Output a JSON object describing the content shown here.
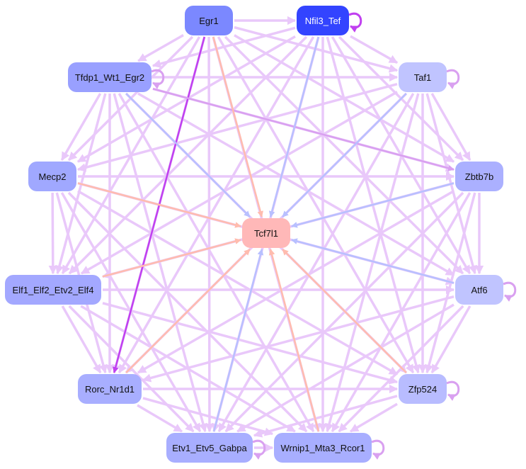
{
  "nodes": [
    {
      "id": "egr1",
      "label": "Egr1",
      "color": "#7b88ff",
      "text": "#111111"
    },
    {
      "id": "nfil3",
      "label": "Nfil3_Tef",
      "color": "#3344ff",
      "text": "#ffffff"
    },
    {
      "id": "tfdp1",
      "label": "Tfdp1_Wt1_Egr2",
      "color": "#99a0ff",
      "text": "#111111"
    },
    {
      "id": "taf1",
      "label": "Taf1",
      "color": "#c0c4ff",
      "text": "#111111"
    },
    {
      "id": "mecp2",
      "label": "Mecp2",
      "color": "#a0a8ff",
      "text": "#111111"
    },
    {
      "id": "zbtb7b",
      "label": "Zbtb7b",
      "color": "#abb0ff",
      "text": "#111111"
    },
    {
      "id": "tcf7l1",
      "label": "Tcf7l1",
      "color": "#ffb8b8",
      "text": "#111111"
    },
    {
      "id": "elf",
      "label": "Elf1_Elf2_Etv2_Elf4",
      "color": "#a3a8ff",
      "text": "#111111"
    },
    {
      "id": "atf6",
      "label": "Atf6",
      "color": "#c0c4ff",
      "text": "#111111"
    },
    {
      "id": "rorc",
      "label": "Rorc_Nr1d1",
      "color": "#a8aeff",
      "text": "#111111"
    },
    {
      "id": "zfp524",
      "label": "Zfp524",
      "color": "#b8bcff",
      "text": "#111111"
    },
    {
      "id": "etv1",
      "label": "Etv1_Etv5_Gabpa",
      "color": "#a8aeff",
      "text": "#111111"
    },
    {
      "id": "wrnip1",
      "label": "Wrnip1_Mta3_Rcor1",
      "color": "#a8aeff",
      "text": "#111111"
    }
  ],
  "edge_colors": {
    "default": "#e9c8fa",
    "positive": "#ffbcae",
    "negative": "#b8c0ff",
    "strong": "#c040f0",
    "medium": "#d9a0f0"
  },
  "special_edges": [
    {
      "from": "egr1",
      "to": "rorc",
      "type": "strong"
    },
    {
      "from": "tfdp1",
      "to": "zbtb7b",
      "type": "medium"
    },
    {
      "from": "nfil3",
      "to": "nfil3",
      "type": "strong"
    }
  ],
  "to_center": [
    {
      "from": "egr1",
      "type": "positive"
    },
    {
      "from": "nfil3",
      "type": "negative"
    },
    {
      "from": "tfdp1",
      "type": "negative"
    },
    {
      "from": "taf1",
      "type": "negative"
    },
    {
      "from": "mecp2",
      "type": "positive"
    },
    {
      "from": "zbtb7b",
      "type": "negative"
    },
    {
      "from": "elf",
      "type": "positive"
    },
    {
      "from": "atf6",
      "type": "negative"
    },
    {
      "from": "rorc",
      "type": "positive"
    },
    {
      "from": "zfp524",
      "type": "positive"
    },
    {
      "from": "etv1",
      "type": "negative"
    },
    {
      "from": "wrnip1",
      "type": "positive"
    }
  ],
  "self_loops": [
    "taf1",
    "tfdp1",
    "atf6",
    "zfp524",
    "wrnip1",
    "etv1"
  ]
}
